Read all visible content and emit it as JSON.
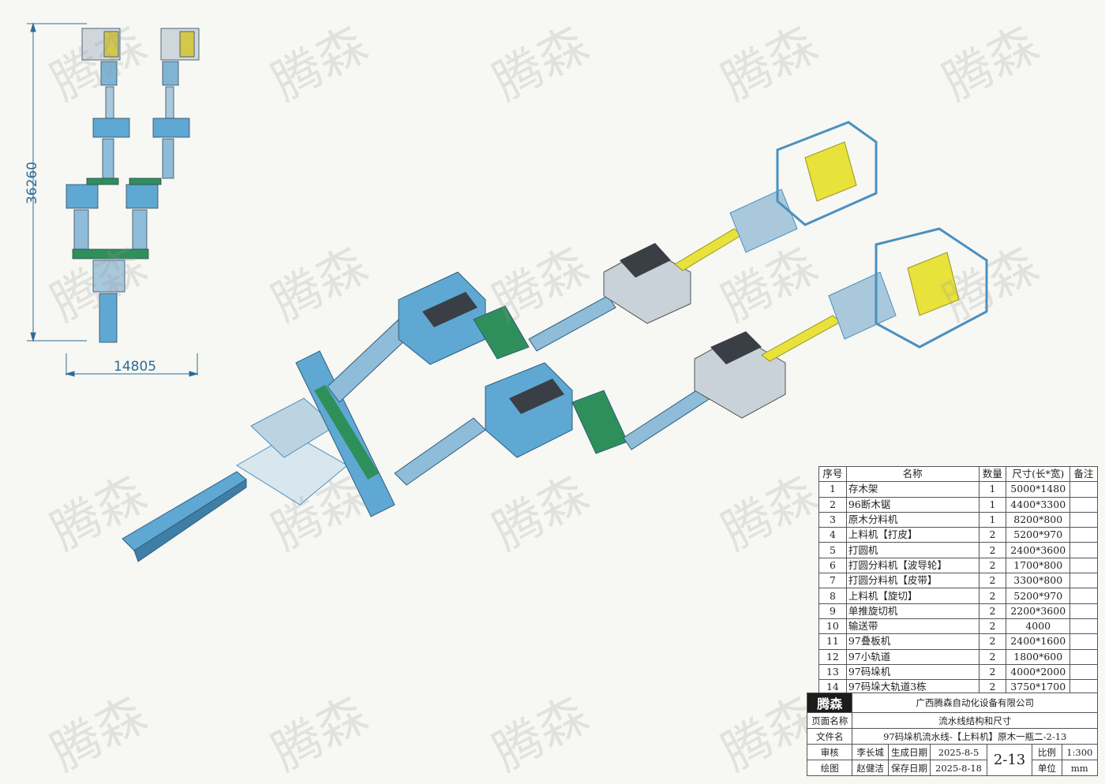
{
  "watermark": "腾森",
  "dimensions": {
    "height": "36260",
    "width": "14805"
  },
  "bom": {
    "headers": [
      "序号",
      "名称",
      "数量",
      "尺寸(长*宽)",
      "备注"
    ],
    "rows": [
      [
        "1",
        "存木架",
        "1",
        "5000*1480",
        ""
      ],
      [
        "2",
        "96断木锯",
        "1",
        "4400*3300",
        ""
      ],
      [
        "3",
        "原木分料机",
        "1",
        "8200*800",
        ""
      ],
      [
        "4",
        "上料机【打皮】",
        "2",
        "5200*970",
        ""
      ],
      [
        "5",
        "打圆机",
        "2",
        "2400*3600",
        ""
      ],
      [
        "6",
        "打圆分料机【波导轮】",
        "2",
        "1700*800",
        ""
      ],
      [
        "7",
        "打圆分料机【皮带】",
        "2",
        "3300*800",
        ""
      ],
      [
        "8",
        "上料机【旋切】",
        "2",
        "5200*970",
        ""
      ],
      [
        "9",
        "单推旋切机",
        "2",
        "2200*3600",
        ""
      ],
      [
        "10",
        "输送带",
        "2",
        "4000",
        ""
      ],
      [
        "11",
        "97叠板机",
        "2",
        "2400*1600",
        ""
      ],
      [
        "12",
        "97小轨道",
        "2",
        "1800*600",
        ""
      ],
      [
        "13",
        "97码垛机",
        "2",
        "4000*2000",
        ""
      ],
      [
        "14",
        "97码垛大轨道3栋",
        "2",
        "3750*1700",
        ""
      ]
    ]
  },
  "title_block": {
    "logo": "腾森",
    "company": "广西腾森自动化设备有限公司",
    "page_name_label": "页面名称",
    "page_name": "流水线结构和尺寸",
    "file_label": "文件名",
    "file_name": "97码垛机流水线-【上料机】原木一瓶二-2-13",
    "review_label": "审核",
    "reviewer": "李长城",
    "gen_date_label": "生成日期",
    "gen_date": "2025-8-5",
    "drawing_no": "2-13",
    "scale_label": "比例",
    "scale": "1:300",
    "draw_label": "绘图",
    "drafter": "赵健洁",
    "save_date_label": "保存日期",
    "save_date": "2025-8-18",
    "unit_label": "单位",
    "unit": "mm"
  },
  "colors": {
    "machine_blue": "#5fa8d3",
    "frame_blue": "#4a90c0",
    "yellow": "#e8e23a",
    "green": "#2f8f5a",
    "dark": "#3a3f45",
    "dim_line": "#2b6c9a"
  }
}
